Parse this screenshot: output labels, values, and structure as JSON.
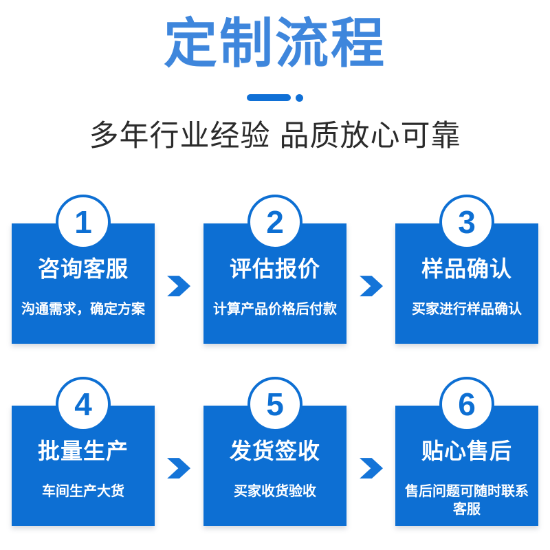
{
  "header": {
    "title": "定制流程",
    "subtitle": "多年行业经验 品质放心可靠"
  },
  "steps": [
    {
      "number": "1",
      "title": "咨询客服",
      "description": "沟通需求，确定方案"
    },
    {
      "number": "2",
      "title": "评估报价",
      "description": "计算产品价格后付款"
    },
    {
      "number": "3",
      "title": "样品确认",
      "description": "买家进行样品确认"
    },
    {
      "number": "4",
      "title": "批量生产",
      "description": "车间生产大货"
    },
    {
      "number": "5",
      "title": "发货签收",
      "description": "买家收货验收"
    },
    {
      "number": "6",
      "title": "贴心售后",
      "description": "售后问题可随时联系客服"
    }
  ],
  "icons": {
    "step_connector": "chevron-right",
    "divider": "rounded-bar-and-dot"
  },
  "colors": {
    "card_blue": "#0d6fd3",
    "arrow_blue": "#1474d8",
    "title_blue": "#3e86dc",
    "divider_blue": "#1070d6",
    "subtitle_text": "#2b2b2b",
    "card_text": "#ffffff",
    "background": "#ffffff"
  }
}
